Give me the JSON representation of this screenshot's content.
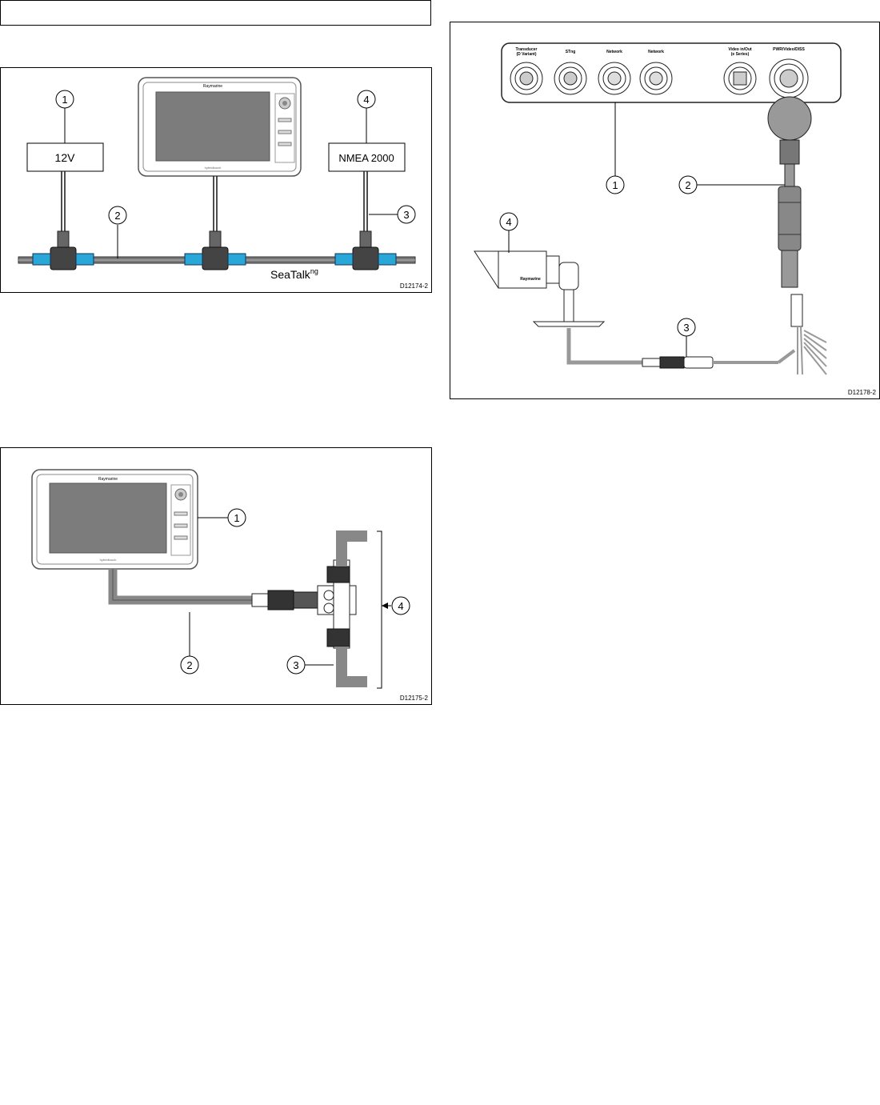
{
  "figure1": {
    "id": "D12174-2",
    "box_12v": "12V",
    "box_nmea": "NMEA 2000",
    "backbone_label": "SeaTalk",
    "backbone_sup": "ng",
    "display_brand": "Raymarine",
    "display_footer": "hybridtouch",
    "callouts": [
      "1",
      "2",
      "3",
      "4"
    ]
  },
  "figure2": {
    "id": "D12175-2",
    "display_brand": "Raymarine",
    "display_footer": "hybridtouch",
    "callouts": [
      "1",
      "2",
      "3",
      "4"
    ]
  },
  "figure3": {
    "id": "D12178-2",
    "ports": [
      "Transducer\n(D Variant)",
      "STng",
      "Network",
      "Network",
      "Video in/Out\n(e Series)",
      "PWR/Video/DISS"
    ],
    "port_l1": [
      "Transducer",
      "STng",
      "Network",
      "Network",
      "Video in/Out",
      "PWR/Video/DISS"
    ],
    "port_l2": [
      "(D Variant)",
      "",
      "",
      "",
      "(e Series)",
      ""
    ],
    "camera_brand": "Raymarine",
    "callouts": [
      "1",
      "2",
      "3",
      "4"
    ]
  }
}
